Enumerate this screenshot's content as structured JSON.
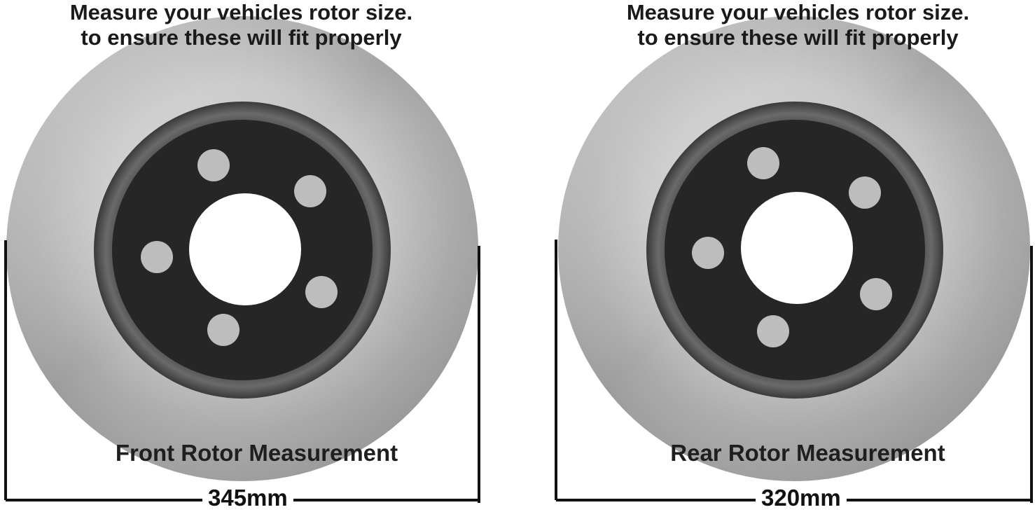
{
  "colors": {
    "rotor_light": "#e7e7e7",
    "rotor_mid": "#b9b9b9",
    "rotor_dark": "#8e8e8e",
    "hat_dark": "#2d2d2d",
    "hub_black": "#262626",
    "stud_hole": "#bdbdbd",
    "line": "#111111"
  },
  "panels": {
    "front": {
      "heading_line1": "Measure your vehicles rotor size.",
      "heading_line2": "to ensure these will fit properly",
      "label": "Front Rotor Measurement",
      "measurement": "345mm"
    },
    "rear": {
      "heading_line1": "Measure your vehicles rotor size.",
      "heading_line2": "to ensure these will fit properly",
      "label": "Rear Rotor Measurement",
      "measurement": "320mm"
    }
  }
}
